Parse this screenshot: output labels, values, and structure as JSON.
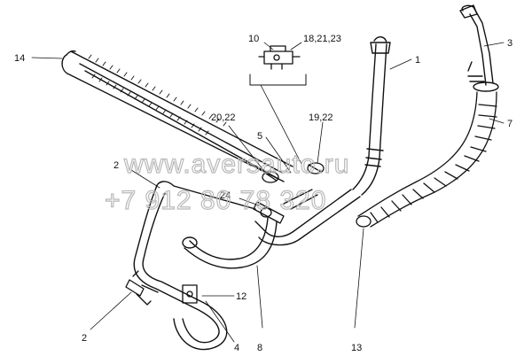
{
  "diagram": {
    "callouts": [
      "14",
      "10",
      "18,21,23",
      "1",
      "3",
      "7",
      "20,22",
      "19,22",
      "5",
      "2",
      "24",
      "12",
      "2",
      "4",
      "8",
      "13"
    ]
  },
  "watermark": {
    "line1": "www.aversauto.ru",
    "line2": "+7 912 80 78 320"
  },
  "colors": {
    "ink": "#111111",
    "watermark": "#b9b9b9",
    "background": "#ffffff"
  }
}
